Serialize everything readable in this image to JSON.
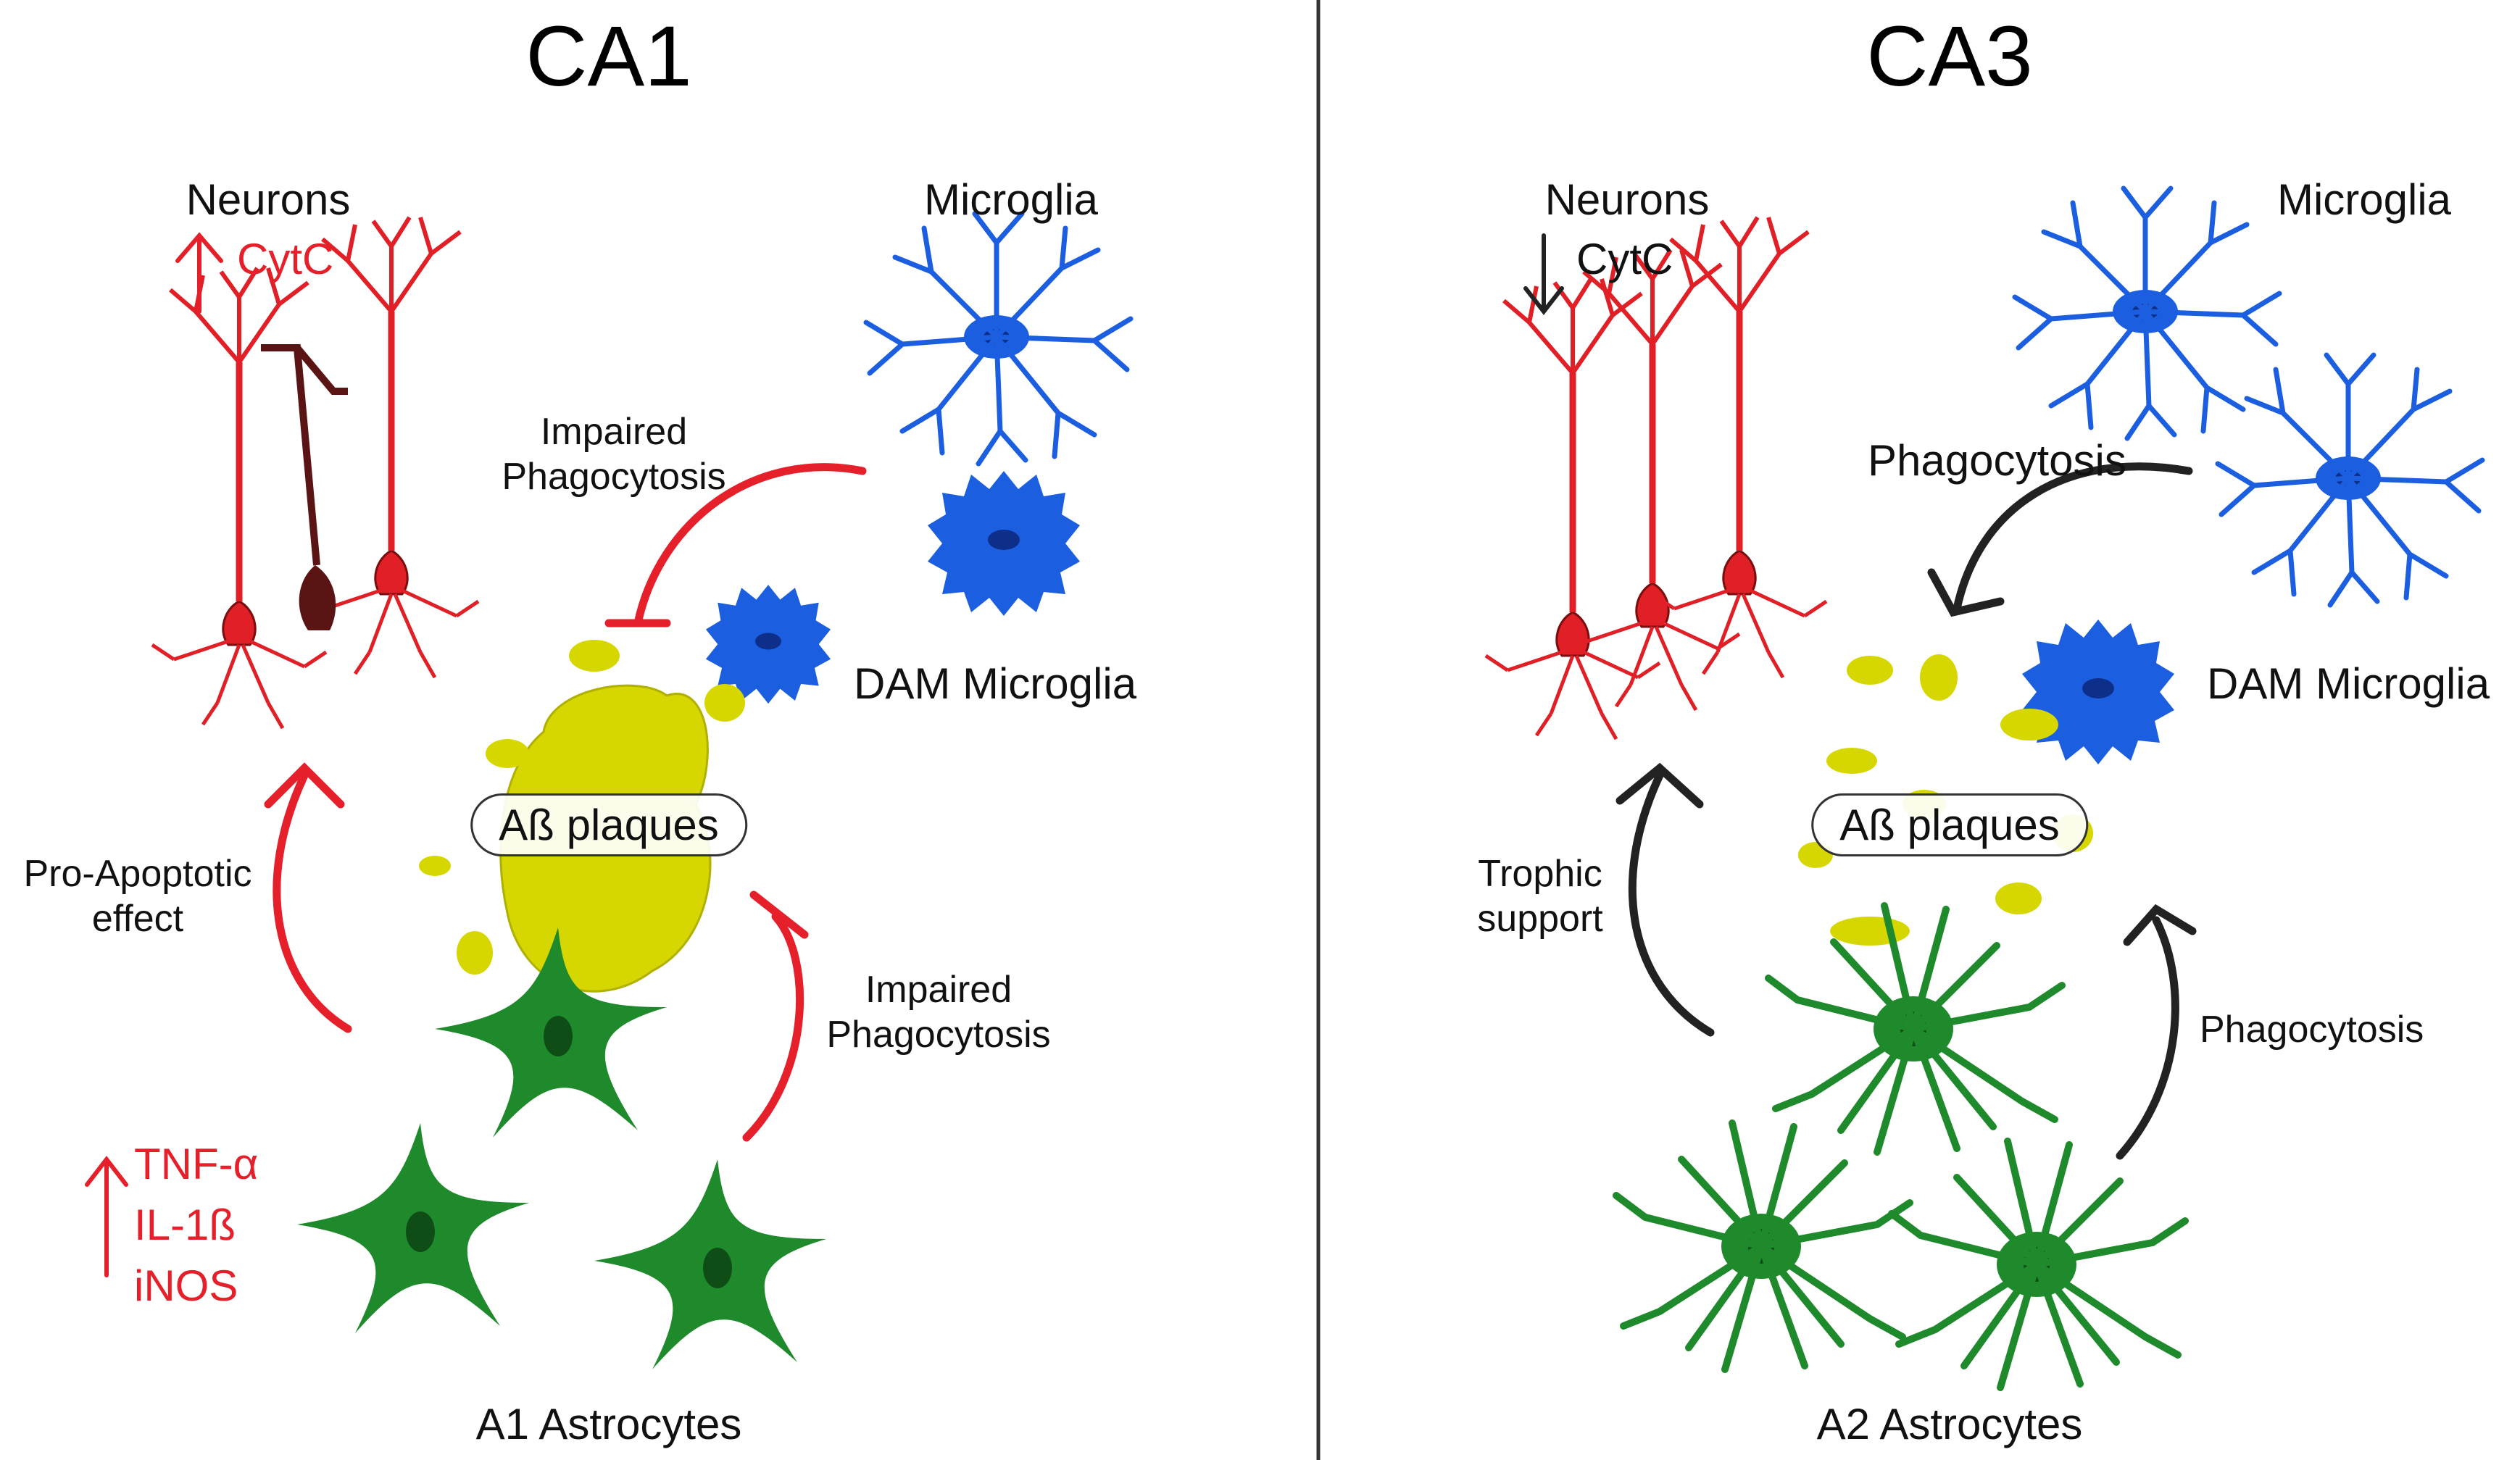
{
  "colors": {
    "neuron": "#e01f26",
    "neuron_dark": "#5a1414",
    "microglia": "#1b5fe0",
    "astrocyte": "#1f8a2c",
    "plaque": "#d6d600",
    "arrow_red": "#e5202a",
    "arrow_black": "#222222"
  },
  "ca1": {
    "title": "CA1",
    "neurons_label": "Neurons",
    "cytc_label": "CytC",
    "microglia_label": "Microglia",
    "impaired_phago_1": [
      "Impaired",
      "Phagocytosis"
    ],
    "dam_label": "DAM Microglia",
    "plaques_label": "Aß plaques",
    "pro_apoptotic": [
      "Pro-Apoptotic",
      "effect"
    ],
    "impaired_phago_2": [
      "Impaired",
      "Phagocytosis"
    ],
    "cytokines": [
      "TNF-α",
      "IL-1ß",
      "iNOS"
    ],
    "astrocytes_label": "A1 Astrocytes"
  },
  "ca3": {
    "title": "CA3",
    "neurons_label": "Neurons",
    "cytc_label": "CytC",
    "microglia_label": "Microglia",
    "phagocytosis_1": "Phagocytosis",
    "dam_label": "DAM Microglia",
    "plaques_label": "Aß plaques",
    "trophic": [
      "Trophic",
      "support"
    ],
    "phagocytosis_2": "Phagocytosis",
    "astrocytes_label": "A2 Astrocytes"
  }
}
